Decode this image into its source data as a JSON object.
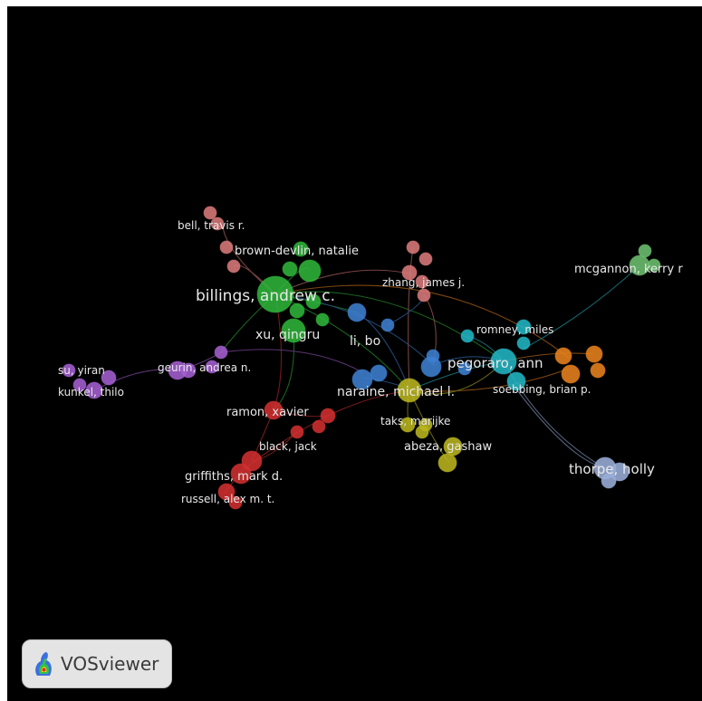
{
  "app": {
    "name": "VOSviewer"
  },
  "network": {
    "clusters": {
      "green": "#2fb53a",
      "pink": "#d9797a",
      "blue": "#3d7fd0",
      "cyan": "#22b6c4",
      "orange": "#e8821e",
      "yellow": "#b9b51f",
      "red": "#d23030",
      "purple": "#a45fd0",
      "steel": "#9aaed8",
      "light_green": "#6cc070"
    },
    "labels": [
      {
        "id": "billings",
        "text": "billings, andrew c.",
        "cluster": "green"
      },
      {
        "id": "brown-devlin",
        "text": "brown-devlin, natalie",
        "cluster": "green"
      },
      {
        "id": "xu",
        "text": "xu, qingru",
        "cluster": "green"
      },
      {
        "id": "bell",
        "text": "bell, travis r.",
        "cluster": "pink"
      },
      {
        "id": "zhang",
        "text": "zhang, james j.",
        "cluster": "pink"
      },
      {
        "id": "li",
        "text": "li, bo",
        "cluster": "blue"
      },
      {
        "id": "naraine",
        "text": "naraine, michael l.",
        "cluster": "blue"
      },
      {
        "id": "pegoraro",
        "text": "pegoraro, ann",
        "cluster": "cyan"
      },
      {
        "id": "romney",
        "text": "romney, miles",
        "cluster": "cyan"
      },
      {
        "id": "soebbing",
        "text": "soebbing, brian p.",
        "cluster": "orange"
      },
      {
        "id": "mcgannon",
        "text": "mcgannon, kerry r",
        "cluster": "light_green"
      },
      {
        "id": "taks",
        "text": "taks, marijke",
        "cluster": "yellow"
      },
      {
        "id": "abeza",
        "text": "abeza, gashaw",
        "cluster": "yellow"
      },
      {
        "id": "thorpe",
        "text": "thorpe, holly",
        "cluster": "steel"
      },
      {
        "id": "ramon",
        "text": "ramon, xavier",
        "cluster": "red"
      },
      {
        "id": "black",
        "text": "black, jack",
        "cluster": "red"
      },
      {
        "id": "griffiths",
        "text": "griffiths, mark d.",
        "cluster": "red"
      },
      {
        "id": "russell",
        "text": "russell, alex m. t.",
        "cluster": "red"
      },
      {
        "id": "geurin",
        "text": "geurin, andrea n.",
        "cluster": "purple"
      },
      {
        "id": "su",
        "text": "su, yiran",
        "cluster": "purple"
      },
      {
        "id": "kunkel",
        "text": "kunkel, thilo",
        "cluster": "purple"
      }
    ]
  }
}
